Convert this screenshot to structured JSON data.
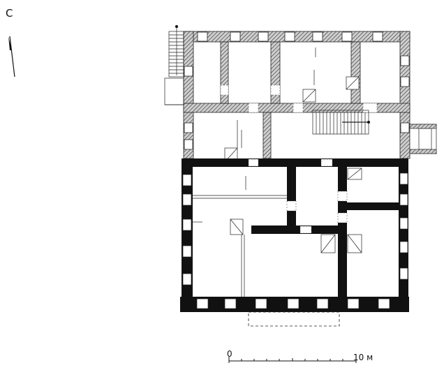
{
  "north": {
    "label": "С"
  },
  "scale": {
    "start_label": "0",
    "end_label": "10 м"
  },
  "colors": {
    "ink": "#111111",
    "hatch_bg": "#b9b9b9",
    "paper": "#ffffff"
  }
}
